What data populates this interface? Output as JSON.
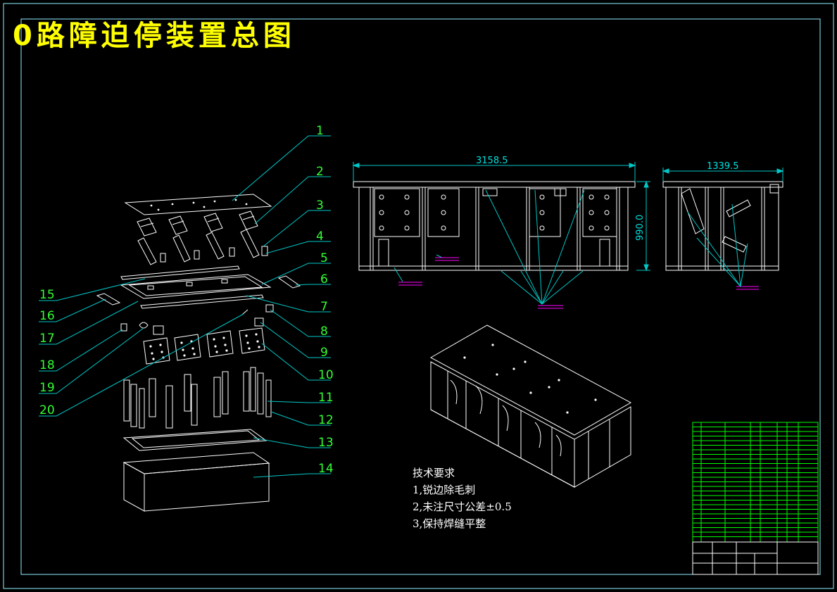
{
  "drawing": {
    "title": "0路障迫停装置总图",
    "balloons": [
      "1",
      "2",
      "3",
      "4",
      "5",
      "6",
      "7",
      "8",
      "9",
      "10",
      "11",
      "12",
      "13",
      "14",
      "15",
      "16",
      "17",
      "18",
      "19",
      "20"
    ],
    "dimensions": {
      "front_length": "3158.5",
      "front_height": "990.0",
      "side_width": "1339.5"
    },
    "tech_requirements": {
      "heading": "技术要求",
      "items": [
        "1,锐边除毛刺",
        "2,未注尺寸公差±0.5",
        "3,保持焊缝平整"
      ]
    }
  },
  "colors": {
    "background": "#000000",
    "title": "#ffff00",
    "leader": "#00c8c8",
    "balloon_text": "#33ff33",
    "outline": "#ffffff",
    "frame": "#8ff0ff",
    "table_green": "#00ff00",
    "weld": "#ff00ff"
  }
}
